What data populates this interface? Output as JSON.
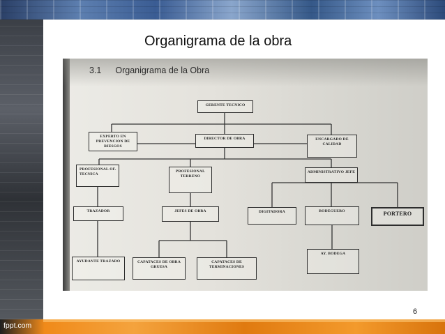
{
  "slide": {
    "title": "Organigrama de la obra",
    "page_number": "6",
    "footer_brand": "fppt.com"
  },
  "document": {
    "section_number": "3.1",
    "section_title": "Organigrama de la Obra"
  },
  "org_chart": {
    "nodes": {
      "gerente_tecnico": "GERENTE TECNICO",
      "experto_prevencion": "EXPERTO EN PREVENCION DE RIESGOS",
      "director_obra": "DIRECTOR DE OBRA",
      "encargado_calidad": "ENCARGADO DE CALIDAD",
      "profesional_oficina_tecnica": "PROFESIONAL OF. TECNICA",
      "profesional_terreno": "PROFESIONAL TERRENO",
      "administrativo_jefe": "ADMINISTRATIVO JEFE",
      "trazador": "TRAZADOR",
      "jefes_obra": "JEFES DE OBRA",
      "digitadora": "DIGITADORA",
      "bodeguero": "BODEGUERO",
      "portero": "PORTERO",
      "ayudante_trazado": "AYUDANTE TRAZADO",
      "capataces_obra_gruesa": "CAPATACES DE OBRA GRUESA",
      "capataces_terminaciones": "CAPATACES DE TERMINACIONES",
      "ayudante_bodega": "AY. BODEGA"
    }
  }
}
